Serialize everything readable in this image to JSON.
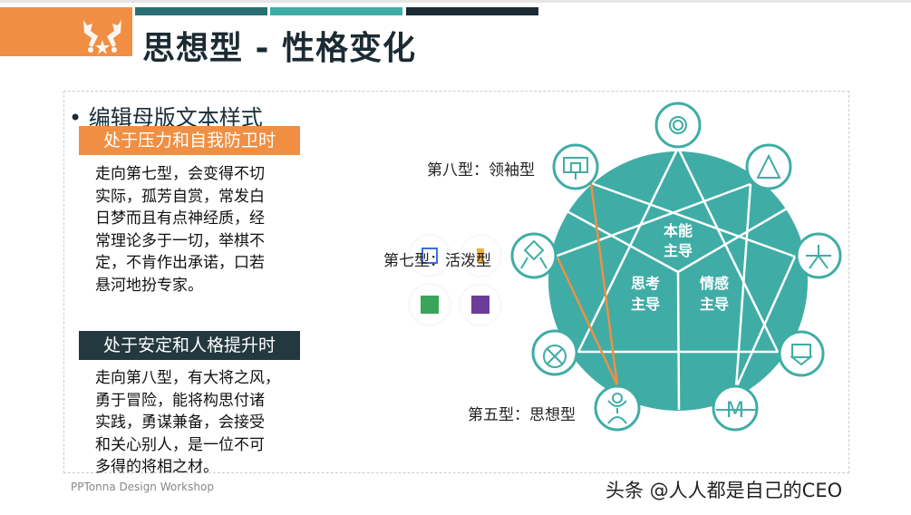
{
  "header": {
    "title": "思想型 - 性格变化",
    "logo": "deer-stars-logo"
  },
  "colors": {
    "orange": "#f08f43",
    "teal": "#3fada6",
    "dark_teal": "#2a6f73",
    "dark": "#1c2b33"
  },
  "content": {
    "bullet": "编辑母版文本样式",
    "section1": {
      "header": "处于压力和自我防卫时",
      "lines": [
        "走向第七型，会变得不切",
        "实际，孤芳自赏，常发白",
        "日梦而且有点神经质，经",
        "常理论多于一切，举棋不",
        "定，不肯作出承诺，口若",
        "悬河地扮专家。"
      ]
    },
    "section2": {
      "header": "处于安定和人格提升时",
      "lines": [
        "走向第八型，有大将之风，",
        "勇于冒险，能将构思付诸",
        "实践，勇谋兼备，会接受",
        "和关心别人，是一位不可",
        "多得的将相之材。"
      ]
    }
  },
  "diagram": {
    "center_labels": [
      [
        "本能",
        "主导"
      ],
      [
        "思考",
        "主导"
      ],
      [
        "情感",
        "主导"
      ]
    ],
    "type_labels": {
      "type8": "第八型：领袖型",
      "type7": "第七型：活泼型",
      "type5": "第五型：思想型"
    }
  },
  "floating_icons": [
    "picture-icon",
    "chart-icon",
    "table-icon",
    "video-icon"
  ],
  "footer": "PPTonna Design Workshop",
  "watermark": "头条 @人人都是自己的CEO"
}
